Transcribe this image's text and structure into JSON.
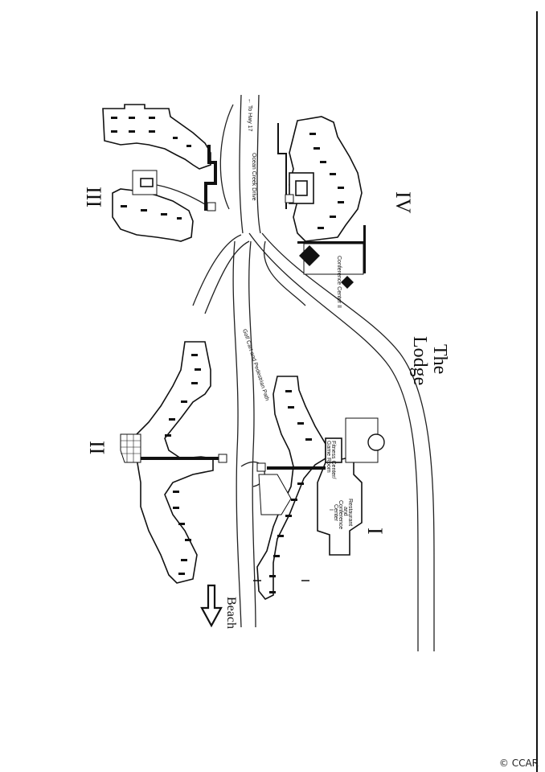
{
  "map": {
    "title": "The Lodge",
    "orientation": "rotated 90 degrees clockwise",
    "buildings": [
      {
        "id": "I",
        "label": "I"
      },
      {
        "id": "II",
        "label": "II"
      },
      {
        "id": "III",
        "label": "III"
      },
      {
        "id": "IV",
        "label": "IV"
      }
    ],
    "amenities": {
      "conference_center_2": "Conference Center II",
      "restaurant_conference_center_1": [
        "Restaurant",
        "and",
        "Conference",
        "Center",
        "I"
      ],
      "fitness_center": [
        "Fitness Center/",
        "Game Room"
      ]
    },
    "roads": {
      "to_hwy": "← To Hwy 17",
      "ocean_creek_drive": "Ocean Creek Drive",
      "golf_cart_path": "Golf Cart and Pedestrian Path"
    },
    "beach": {
      "label": "Beach",
      "arrow": "arrow-down-icon"
    }
  },
  "footer": {
    "copyright": "© CCAR"
  }
}
